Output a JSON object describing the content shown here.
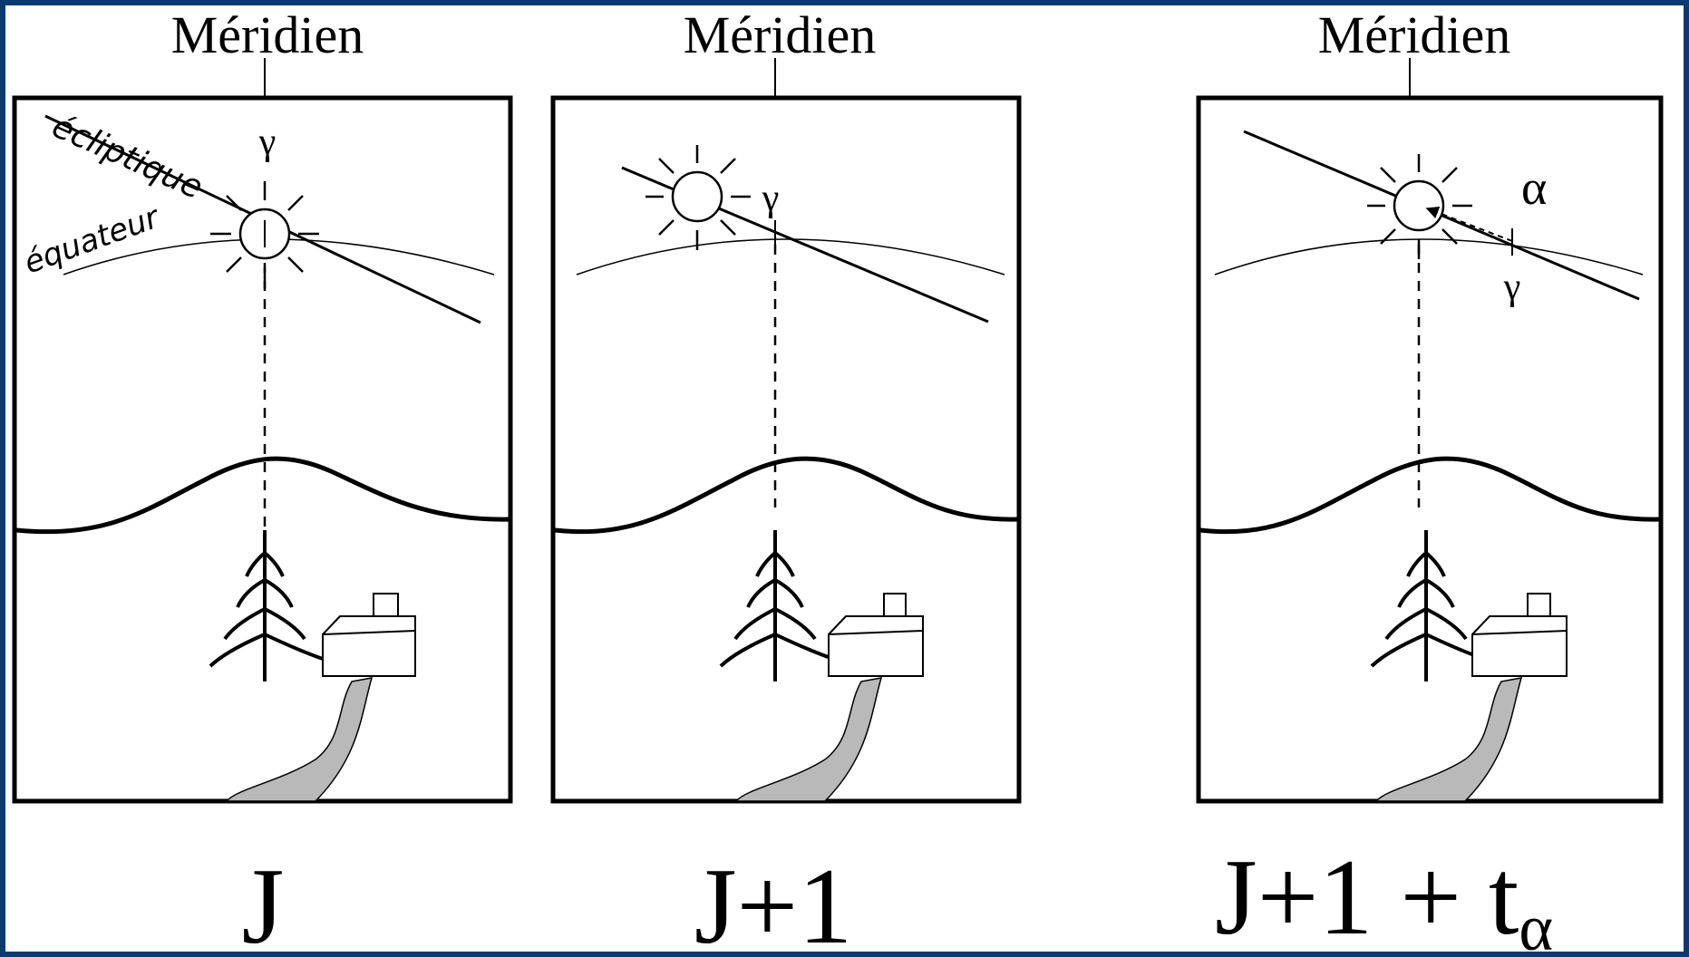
{
  "panels": [
    {
      "meridian_label": "Méridien",
      "caption": "J",
      "caption_subscript": "",
      "gamma_label": "γ",
      "ecliptic_label": "écliptique",
      "equator_label": "équateur",
      "alpha_label": ""
    },
    {
      "meridian_label": "Méridien",
      "caption": "J+1",
      "caption_subscript": "",
      "gamma_label": "γ",
      "ecliptic_label": "",
      "equator_label": "",
      "alpha_label": ""
    },
    {
      "meridian_label": "Méridien",
      "caption": "J+1 + t",
      "caption_subscript": "α",
      "gamma_label": "γ",
      "ecliptic_label": "",
      "equator_label": "",
      "alpha_label": "α"
    }
  ],
  "colors": {
    "border": "#0b3a6e",
    "ink": "#000000",
    "road": "#b9b9b9"
  }
}
